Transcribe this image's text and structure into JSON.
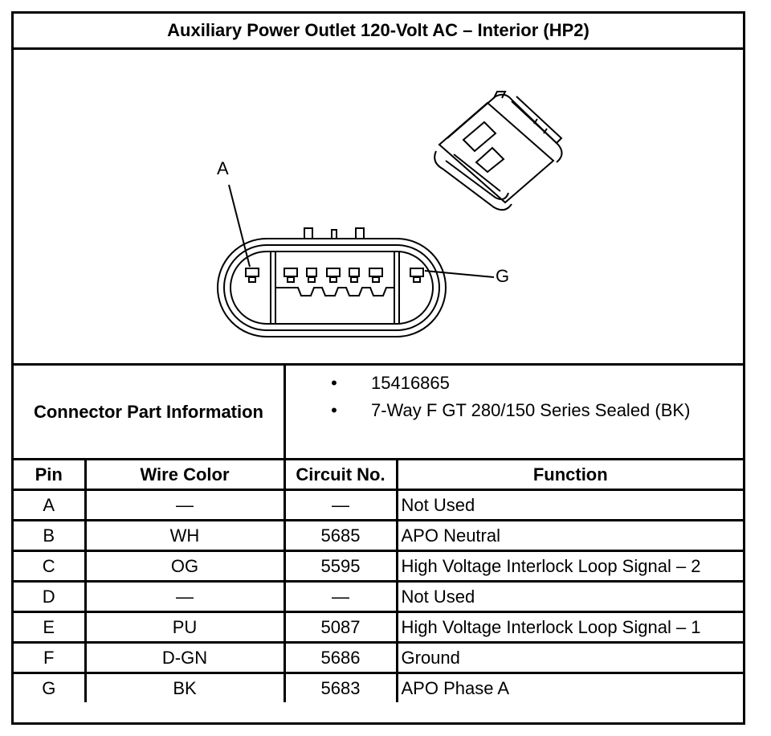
{
  "title": "Auxiliary Power Outlet 120-Volt AC – Interior (HP2)",
  "figure": {
    "callouts": [
      "A",
      "G"
    ]
  },
  "connector_info": {
    "label": "Connector Part Information",
    "items": [
      "15416865",
      "7-Way F GT 280/150 Series Sealed (BK)"
    ],
    "bullet": "•"
  },
  "table": {
    "headers": [
      "Pin",
      "Wire Color",
      "Circuit No.",
      "Function"
    ],
    "rows": [
      {
        "pin": "A",
        "wire": "—",
        "circuit": "—",
        "function": "Not Used"
      },
      {
        "pin": "B",
        "wire": "WH",
        "circuit": "5685",
        "function": "APO Neutral"
      },
      {
        "pin": "C",
        "wire": "OG",
        "circuit": "5595",
        "function": "High Voltage Interlock Loop Signal – 2"
      },
      {
        "pin": "D",
        "wire": "—",
        "circuit": "—",
        "function": "Not Used"
      },
      {
        "pin": "E",
        "wire": "PU",
        "circuit": "5087",
        "function": "High Voltage Interlock Loop Signal – 1"
      },
      {
        "pin": "F",
        "wire": "D-GN",
        "circuit": "5686",
        "function": "Ground"
      },
      {
        "pin": "G",
        "wire": "BK",
        "circuit": "5683",
        "function": "APO Phase A"
      }
    ]
  }
}
